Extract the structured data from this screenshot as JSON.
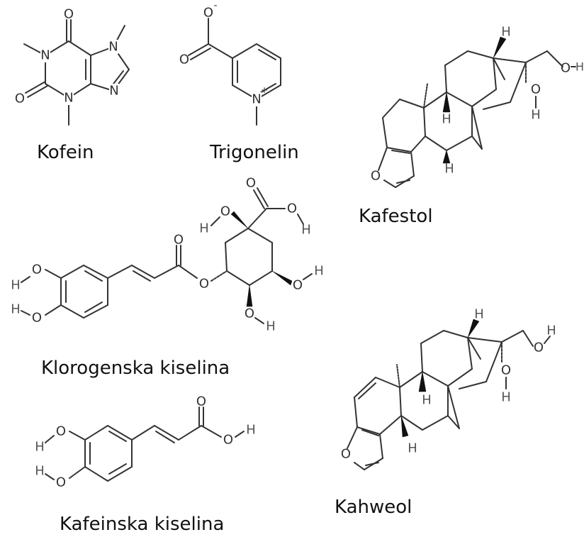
{
  "compounds": [
    {
      "key": "caffeine",
      "name": "Kofein"
    },
    {
      "key": "trigonelline",
      "name": "Trigonelin"
    },
    {
      "key": "cafestol",
      "name": "Kafestol"
    },
    {
      "key": "chlorogenic_acid",
      "name": "Klorogenska kiselina"
    },
    {
      "key": "kahweol",
      "name": "Kahweol"
    },
    {
      "key": "caffeic_acid",
      "name": "Kafeinska kiselina"
    }
  ],
  "atom_labels": {
    "O": "O",
    "N": "N",
    "H": "H",
    "charge_minus": "-",
    "charge_plus": "+"
  }
}
